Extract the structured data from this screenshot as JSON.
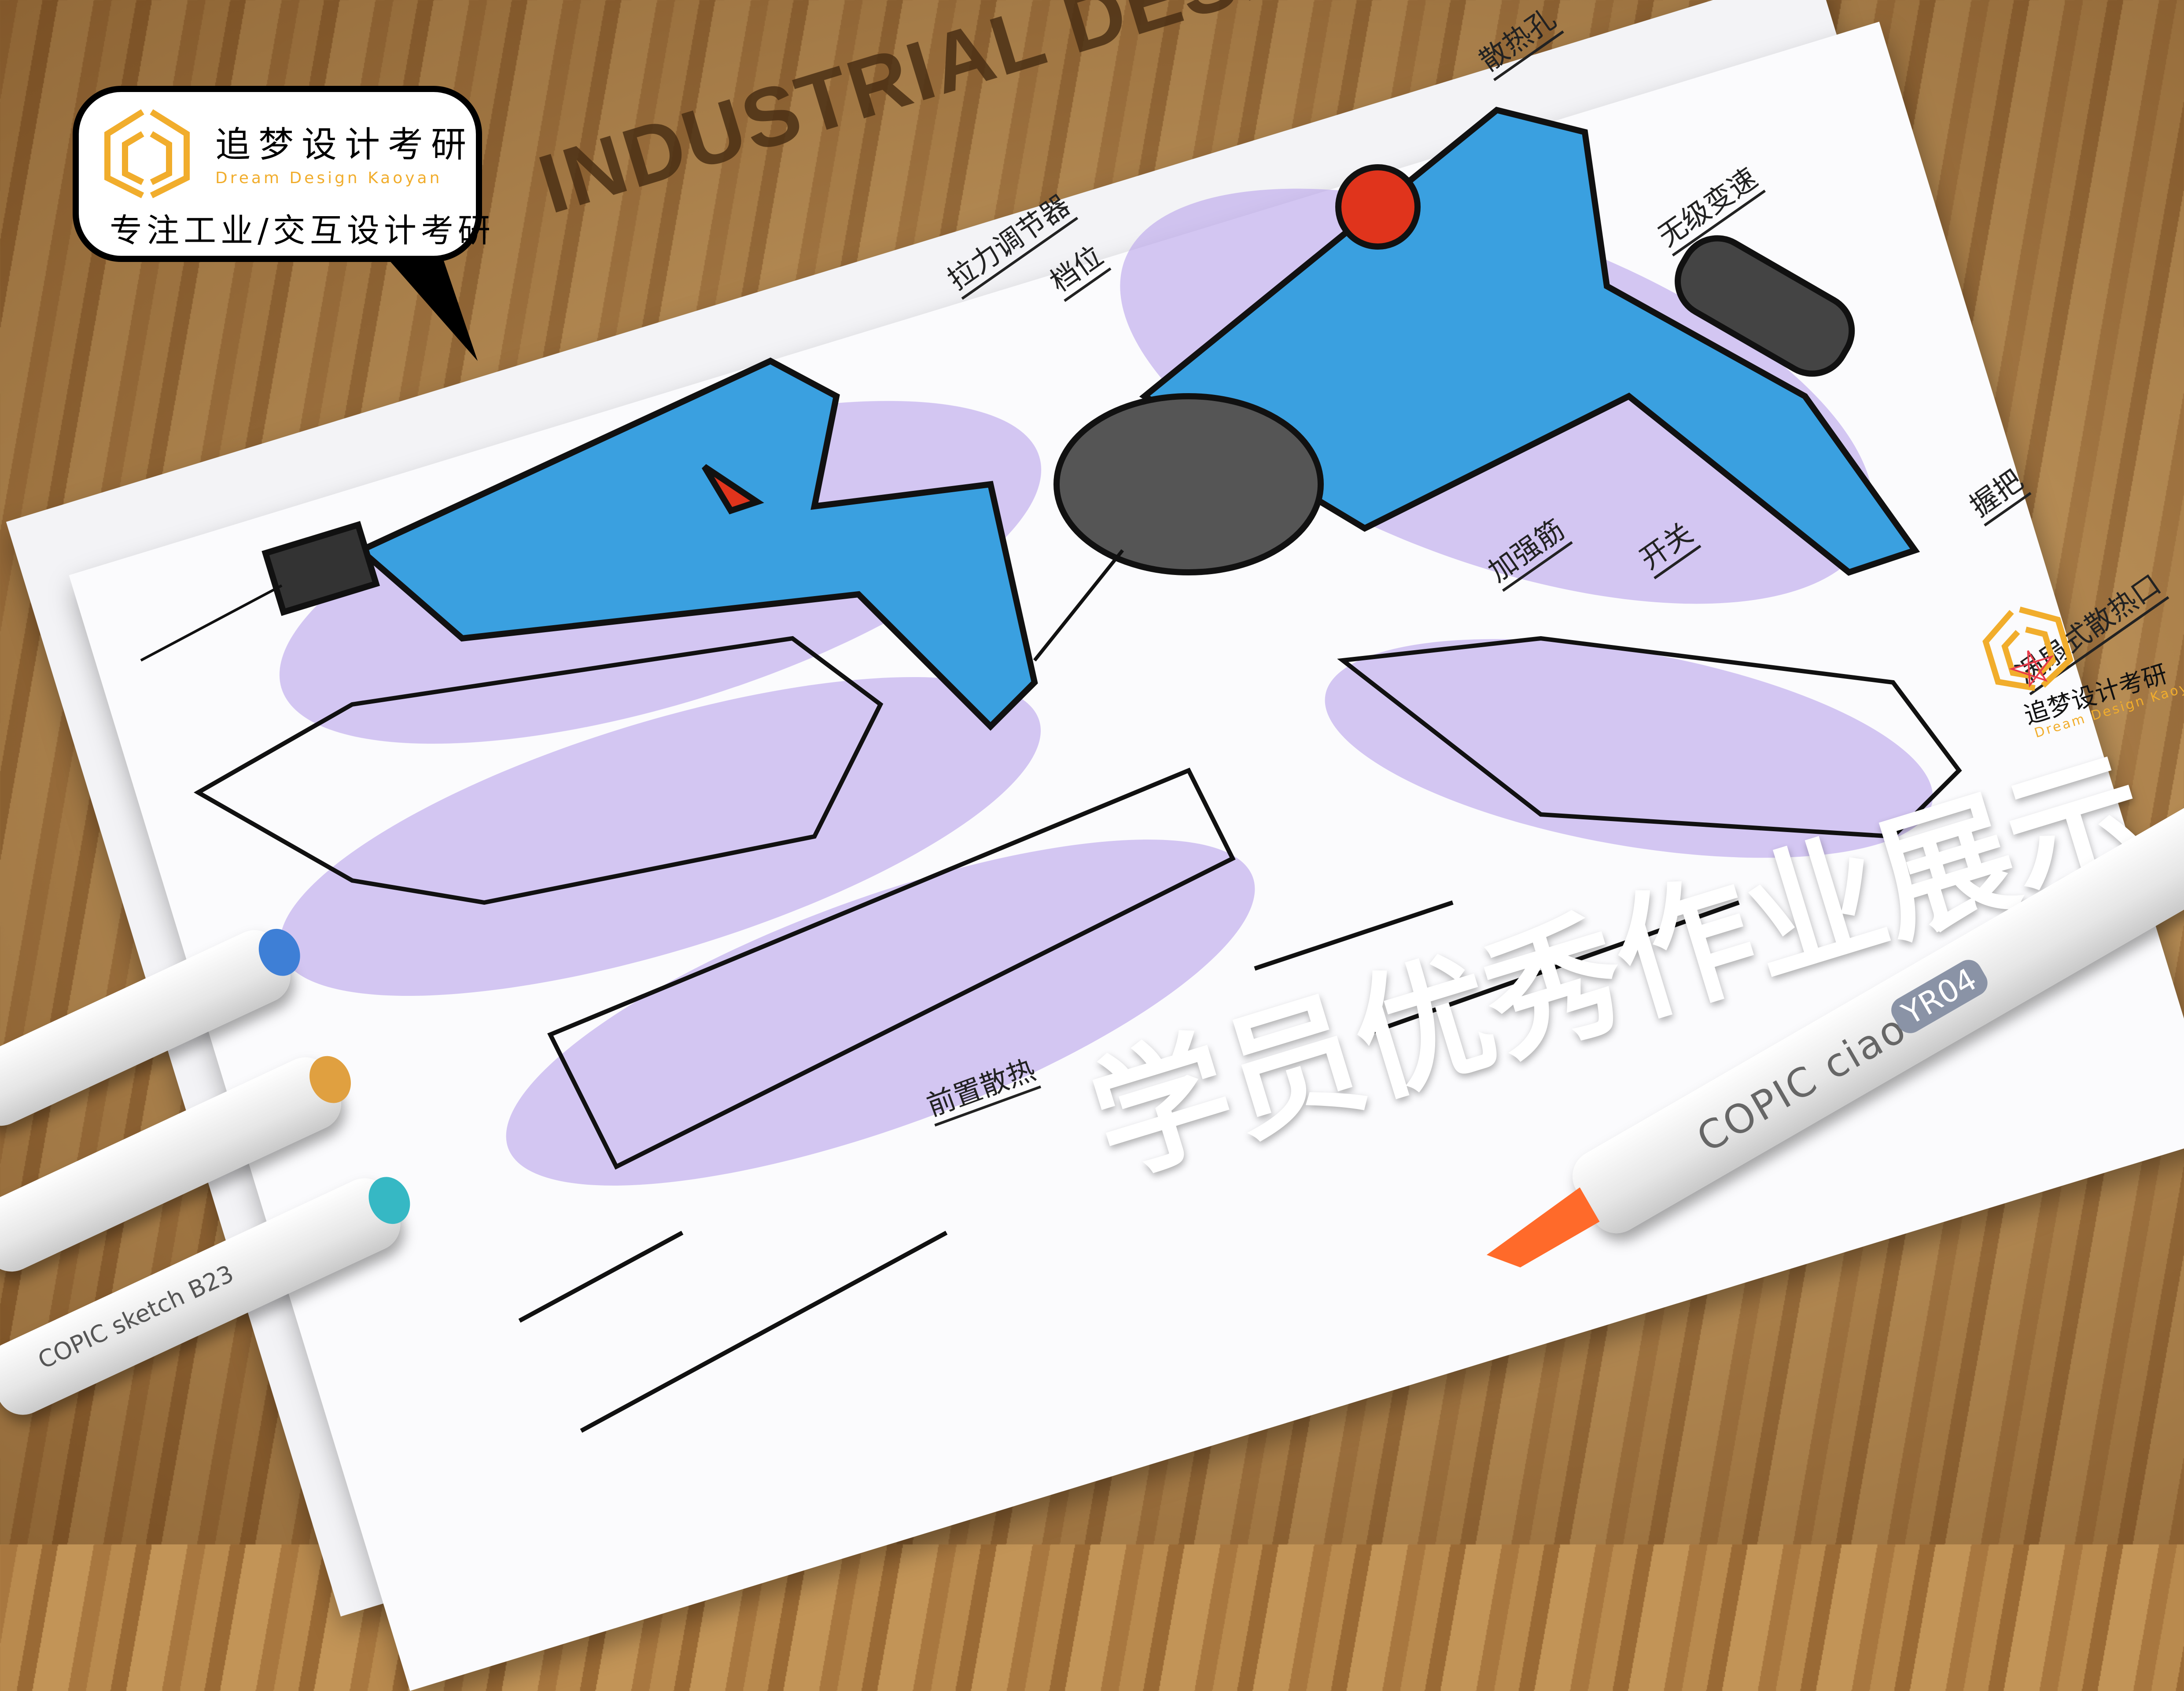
{
  "headline_en": "INDUSTRIAL DESIGN",
  "headline_cn": "学员优秀作业展示",
  "bubble": {
    "brand_cn": "追梦设计考研",
    "brand_en": "Dream Design Kaoyan",
    "tagline": "专注工业/交互设计考研",
    "logo_color": "#f1ad2c"
  },
  "annotations": [
    "散热孔",
    "拉力调节器",
    "档位",
    "无级变速",
    "加强筋",
    "开关",
    "握把",
    "涡扇式散热口",
    "前置散热"
  ],
  "stamp": {
    "brand_cn": "追梦设计考研",
    "brand_en": "Dream Design Kaoyan"
  },
  "markers": {
    "ciao_label": "COPIC ciao",
    "ciao_code": "YR04",
    "sketch_label": "COPIC sketch",
    "sketch_code": "B23",
    "cap_colors": [
      "#3e7fd6",
      "#e0a040",
      "#36b8c4"
    ]
  },
  "colors": {
    "drill_blue": "#3aa0e0",
    "shadow_purple": "#b9a3ec",
    "accent_red": "#e0341c"
  }
}
